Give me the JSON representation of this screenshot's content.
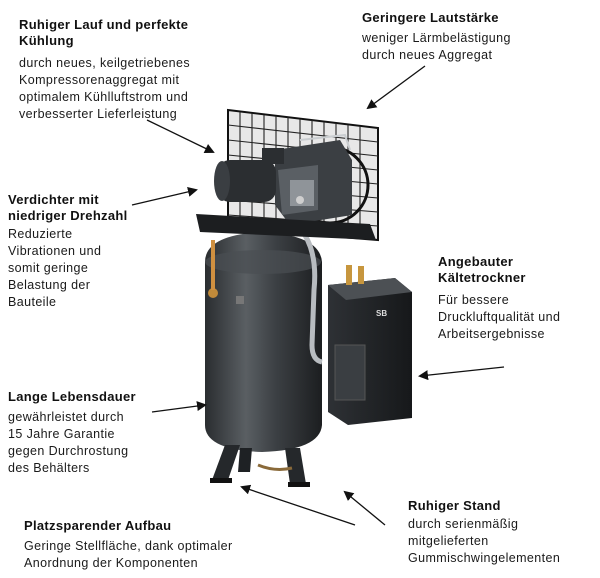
{
  "callouts": {
    "quiet_run": {
      "title_1": "Ruhiger Lauf und perfekte",
      "title_2": "Kühlung",
      "lines": [
        "durch neues, keilgetriebenes",
        "Kompressorenaggregat mit",
        "optimalem Kühlluftstrom und",
        "verbesserter Lieferleistung"
      ]
    },
    "low_noise": {
      "title": "Geringere Lautstärke",
      "lines": [
        "weniger Lärmbelästigung",
        "durch neues Aggregat"
      ]
    },
    "low_speed": {
      "title_1": "Verdichter mit",
      "title_2": "niedriger Drehzahl",
      "lines": [
        "Reduzierte",
        "Vibrationen und",
        "somit geringe",
        "Belastung der",
        "Bauteile"
      ]
    },
    "dryer": {
      "title_1": "Angebauter",
      "title_2": "Kältetrockner",
      "lines": [
        "Für bessere",
        "Druckluftqualität und",
        "Arbeitsergebnisse"
      ]
    },
    "lifetime": {
      "title": "Lange Lebensdauer",
      "lines": [
        "gewährleistet durch",
        "15 Jahre Garantie",
        "gegen Durchrostung",
        "des Behälters"
      ]
    },
    "stand": {
      "title": "Ruhiger Stand",
      "lines": [
        "durch serienmäßig",
        "mitgelieferten",
        "Gummischwingelementen"
      ]
    },
    "compact": {
      "title": "Platzsparender Aufbau",
      "lines": [
        "Geringe Stellfläche, dank optimaler",
        "Anordnung der Komponenten"
      ]
    }
  },
  "product_label": "SB"
}
